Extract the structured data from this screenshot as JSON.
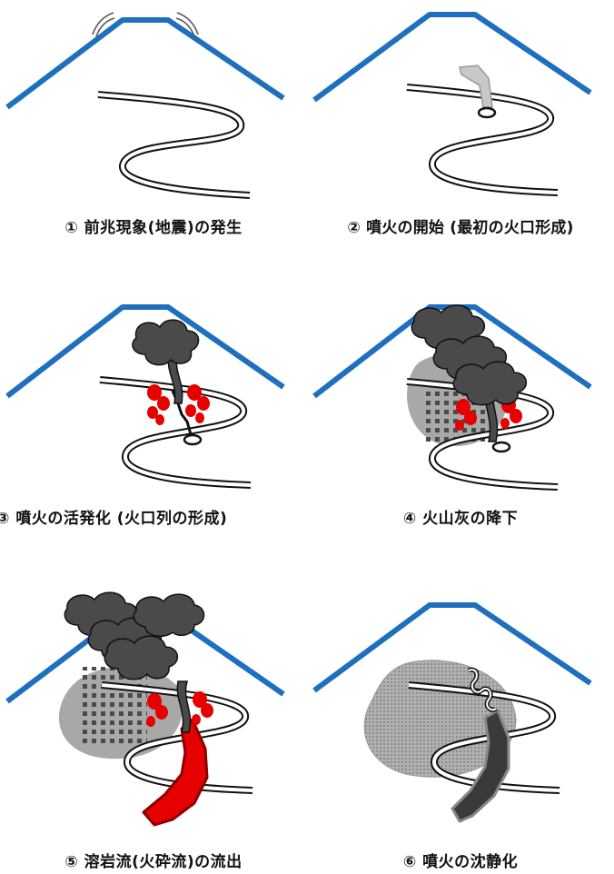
{
  "colors": {
    "mountain": "#1f6fbf",
    "road": "#111111",
    "plume": "#4a4a4a",
    "ash_fall": "#a8a8a8",
    "ash_dots": "#4a4a4a",
    "ejecta": "#e60000",
    "lava": "#e60000",
    "lava_edge": "#8b0000",
    "vent_smoke": "#c8c8c8",
    "deposit": "#b8b8b8",
    "cooled_lava": "#3a3a3a"
  },
  "stages": [
    {
      "number": "①",
      "caption": "前兆現象(地震)の発生"
    },
    {
      "number": "②",
      "caption": "噴火の開始 (最初の火口形成)"
    },
    {
      "number": "③",
      "caption": "噴火の活発化 (火口列の形成)"
    },
    {
      "number": "④",
      "caption": "火山灰の降下"
    },
    {
      "number": "⑤",
      "caption": "溶岩流(火砕流)の流出"
    },
    {
      "number": "⑥",
      "caption": "噴火の沈静化"
    }
  ]
}
